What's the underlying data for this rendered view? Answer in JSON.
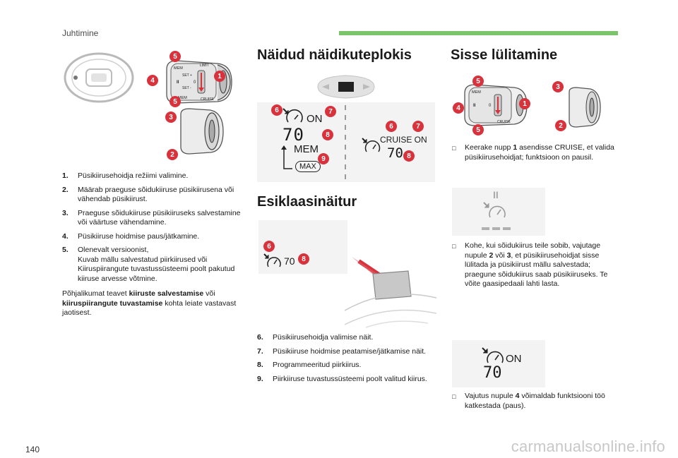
{
  "header": {
    "section": "Juhtimine"
  },
  "page_number": "140",
  "watermark": "carmanualsonline.info",
  "left": {
    "list": [
      {
        "num": "1.",
        "text": "Püsikiirusehoidja režiimi valimine."
      },
      {
        "num": "2.",
        "text": "Määrab praeguse sõidukiiruse püsikiirusena või vähendab püsikiirust."
      },
      {
        "num": "3.",
        "text": "Praeguse sõidukiiruse püsikiiruseks salvestamine või väärtuse vähendamine."
      },
      {
        "num": "4.",
        "text": "Püsikiiruse hoidmise paus/jätkamine."
      },
      {
        "num": "5.",
        "text": "Olenevalt versioonist,\nKuvab mällu salvestatud piirkiirused või Kiiruspiirangute tuvastussüsteemi poolt pakutud kiiruse arvesse võtmine."
      }
    ],
    "para": {
      "t1": "Põhjalikumat teavet ",
      "b1": "kiiruste salvestamise",
      "t2": " või ",
      "b2": "kiiruspiirangute tuvastamise",
      "t3": " kohta leiate vastavast jaotisest."
    },
    "stalk_labels": {
      "limit": "LIMIT",
      "cruise": "CRUISE",
      "mem": "MEM",
      "set_plus": "SET +",
      "set_minus": "SET -",
      "zero": "0",
      "roman_two": "II"
    }
  },
  "middle": {
    "title1": "Näidud näidikuteplokis",
    "title2": "Esiklaasinäitur",
    "display": {
      "on": "ON",
      "speed": "70",
      "mem": "MEM",
      "max": "MAX",
      "cruise_on": "CRUISE ON",
      "speed2": "70"
    },
    "hud_speed": "70",
    "list": [
      {
        "num": "6.",
        "text": "Püsikiirusehoidja valimise näit."
      },
      {
        "num": "7.",
        "text": "Püsikiiruse hoidmise peatamise/jätkamise näit."
      },
      {
        "num": "8.",
        "text": "Programmeeritud piirkiirus."
      },
      {
        "num": "9.",
        "text": "Piirkiiruse tuvastussüsteemi poolt valitud kiirus."
      }
    ]
  },
  "right": {
    "title": "Sisse lülitamine",
    "bullet1": {
      "pre": "Keerake nupp ",
      "b": "1",
      "post": " asendisse CRUISE, et valida püsikiirusehoidjat; funktsioon on pausil."
    },
    "bullet2": {
      "pre": "Kohe, kui sõidukiirus teile sobib, vajutage nupule ",
      "b1": "2",
      "mid": " või ",
      "b2": "3",
      "post": ", et püsikiirusehoidjat sisse lülitada ja püsikiirust mällu salvestada; praegune sõidukiirus saab püsikiiruseks. Te võite gaasipedaali lahti lasta."
    },
    "bullet3": {
      "pre": "Vajutus nupule ",
      "b": "4",
      "post": " võimaldab funktsiooni töö katkestada (paus)."
    },
    "display": {
      "pause": "II",
      "on": "ON",
      "speed": "70"
    }
  },
  "colors": {
    "accent_green": "#7cc46a",
    "badge_red": "#d8323c",
    "figure_bg": "#f3f3f4"
  },
  "icons": [
    "speedometer-icon",
    "steering-wheel-icon",
    "cruise-stalk-icon",
    "bullet-arrow-icon"
  ]
}
